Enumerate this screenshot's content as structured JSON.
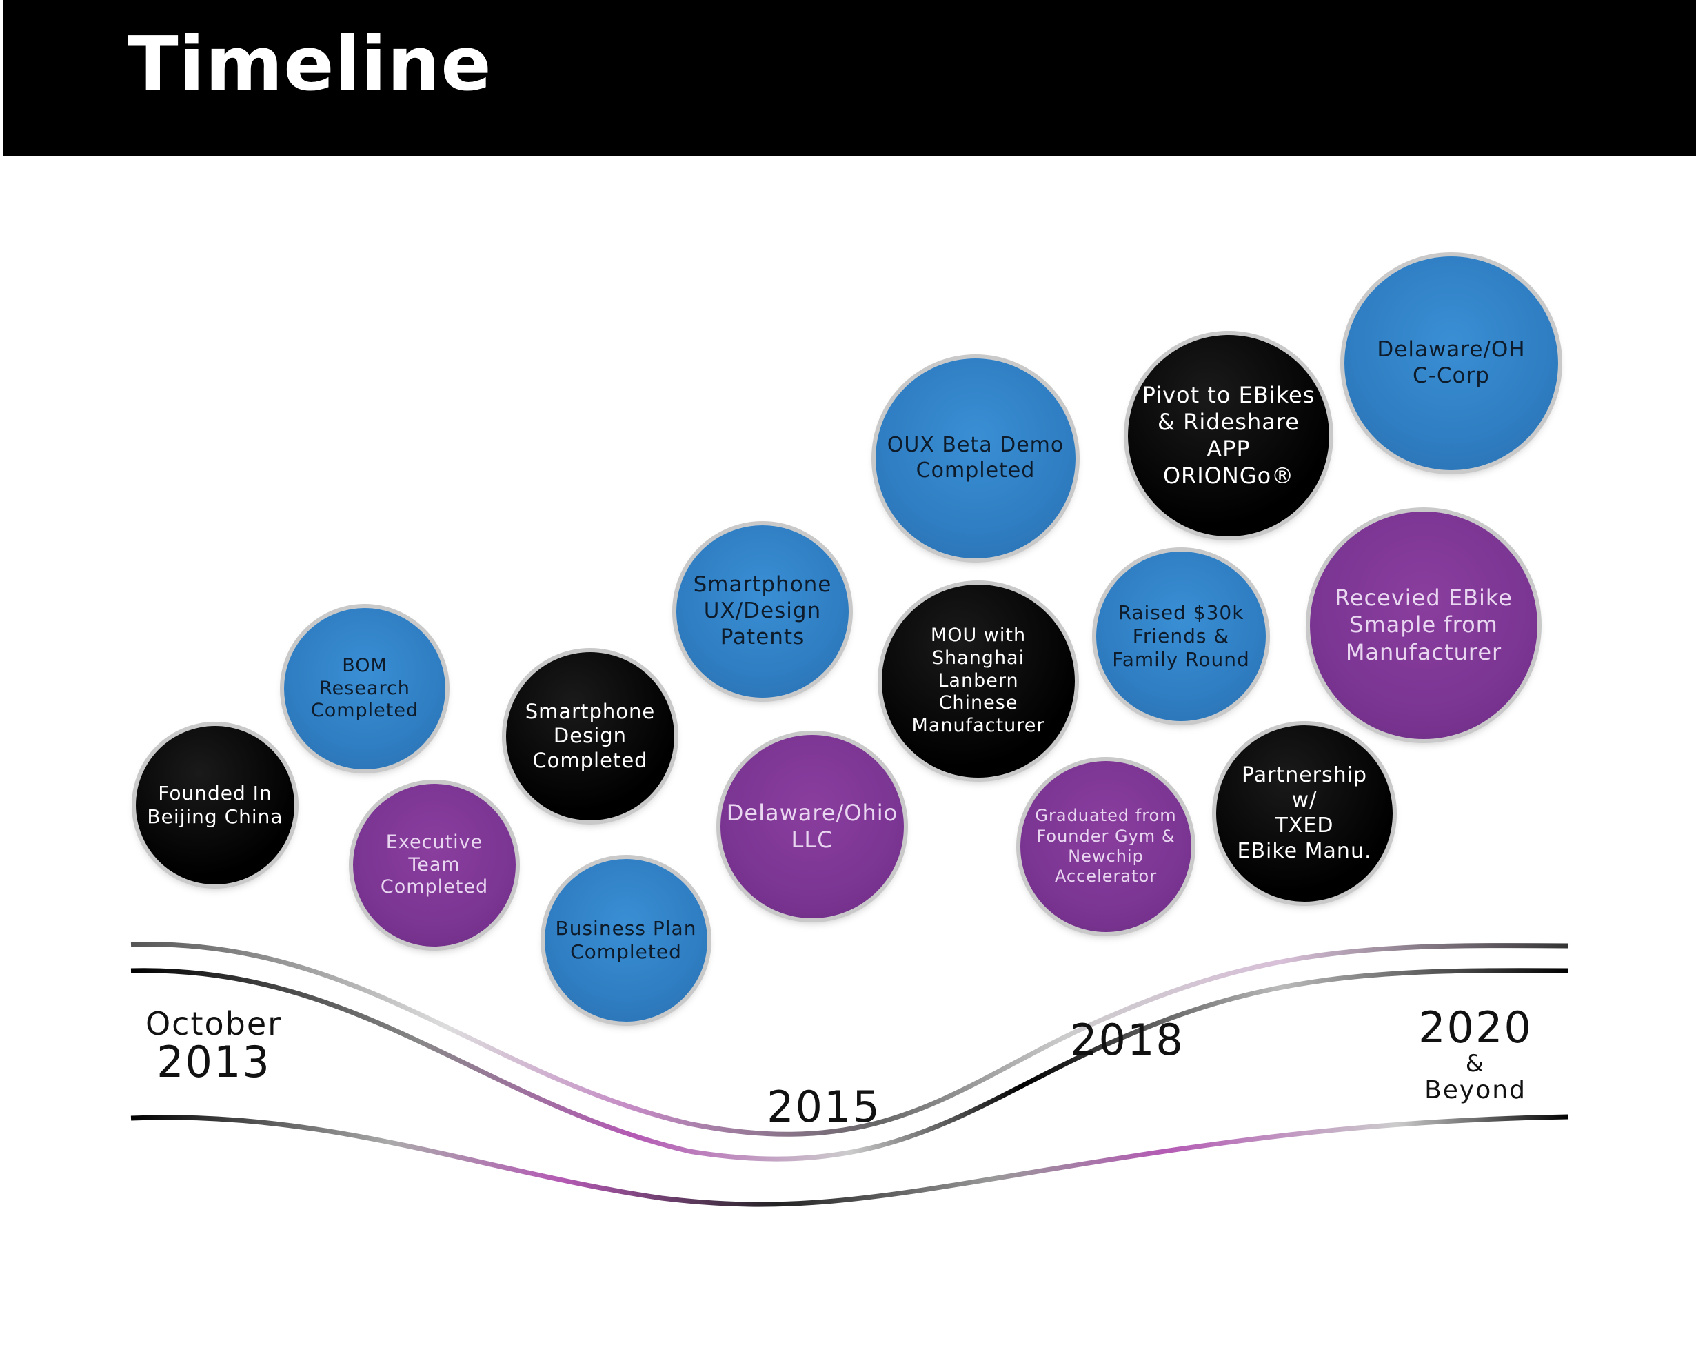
{
  "title": "Timeline",
  "years": {
    "y2013_line1": "October",
    "y2013_line2": "2013",
    "y2015": "2015",
    "y2018": "2018",
    "y2020_line1": "2020",
    "y2020_line2": "&",
    "y2020_line3": "Beyond"
  },
  "colors": {
    "black": "#000000",
    "blue": "#2f7dc2",
    "purple": "#7b3593",
    "wave_accent": "#b45ab4"
  },
  "milestones": [
    {
      "id": "founded",
      "label": "Founded In\nBeijing China",
      "color": "black"
    },
    {
      "id": "bom",
      "label": "BOM Research\nCompleted",
      "color": "blue"
    },
    {
      "id": "exec",
      "label": "Executive Team\nCompleted",
      "color": "purple"
    },
    {
      "id": "smart-design",
      "label": "Smartphone\nDesign\nCompleted",
      "color": "black"
    },
    {
      "id": "biz-plan",
      "label": "Business Plan\nCompleted",
      "color": "blue"
    },
    {
      "id": "patents",
      "label": "Smartphone\nUX/Design\nPatents",
      "color": "blue"
    },
    {
      "id": "llc",
      "label": "Delaware/Ohio\nLLC",
      "color": "purple"
    },
    {
      "id": "oux",
      "label": "OUX Beta Demo\nCompleted",
      "color": "blue"
    },
    {
      "id": "mou",
      "label": "MOU with\nShanghai Lanbern\nChinese\nManufacturer",
      "color": "black"
    },
    {
      "id": "graduated",
      "label": "Graduated from\nFounder Gym &\nNewchip\nAccelerator",
      "color": "purple"
    },
    {
      "id": "raised",
      "label": "Raised $30k\nFriends &\nFamily Round",
      "color": "blue"
    },
    {
      "id": "pivot",
      "label": "Pivot to EBikes\n& Rideshare APP\nORIONGo®",
      "color": "black"
    },
    {
      "id": "partnership",
      "label": "Partnership w/\nTXED\nEBike Manu.",
      "color": "black"
    },
    {
      "id": "ccorp",
      "label": "Delaware/OH\nC-Corp",
      "color": "blue"
    },
    {
      "id": "sample",
      "label": "Recevied EBike\nSmaple from\nManufacturer",
      "color": "purple"
    }
  ]
}
